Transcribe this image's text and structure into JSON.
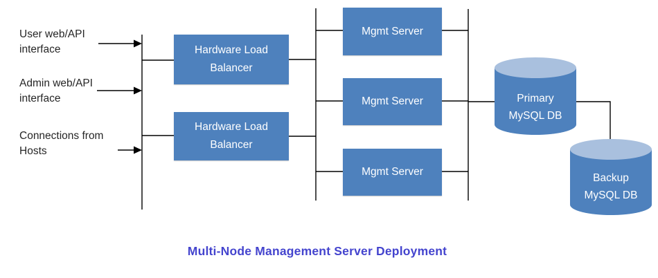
{
  "diagram": {
    "title": "Multi-Node Management Server Deployment",
    "inputs": [
      {
        "label": "User web/API interface"
      },
      {
        "label": "Admin web/API interface"
      },
      {
        "label": "Connections from Hosts"
      }
    ],
    "load_balancers": [
      {
        "label": "Hardware Load Balancer"
      },
      {
        "label": "Hardware Load Balancer"
      }
    ],
    "mgmt_servers": [
      {
        "label": "Mgmt Server"
      },
      {
        "label": "Mgmt Server"
      },
      {
        "label": "Mgmt Server"
      }
    ],
    "databases": [
      {
        "label": "Primary MySQL DB"
      },
      {
        "label": "Backup MySQL DB"
      }
    ],
    "colors": {
      "node-fill": "#4E81BD",
      "cylinder-top": "#A9C0DE",
      "node-text": "#FFFFFF",
      "label-text": "#262626",
      "title-text": "#4444CE",
      "line": "#000000"
    }
  }
}
